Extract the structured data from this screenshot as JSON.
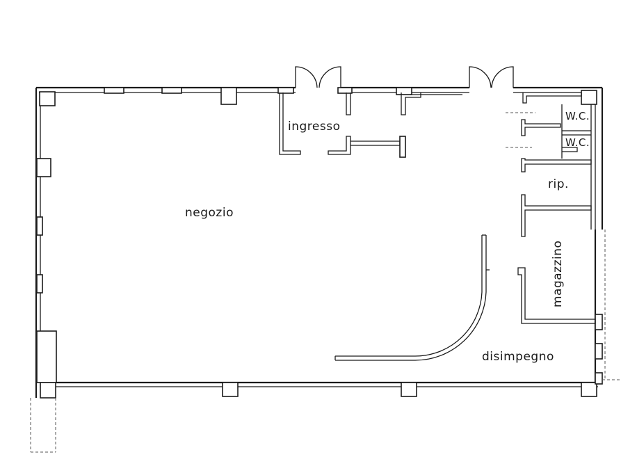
{
  "rooms": {
    "ingresso": "ingresso",
    "wc_1": "W.C.",
    "wc_2": "W.C.",
    "rip": "rip.",
    "negozio": "negozio",
    "magazzino": "magazzino",
    "disimpegno": "disimpegno"
  },
  "colors": {
    "ink": "#1a1a1a",
    "paper": "#ffffff"
  }
}
